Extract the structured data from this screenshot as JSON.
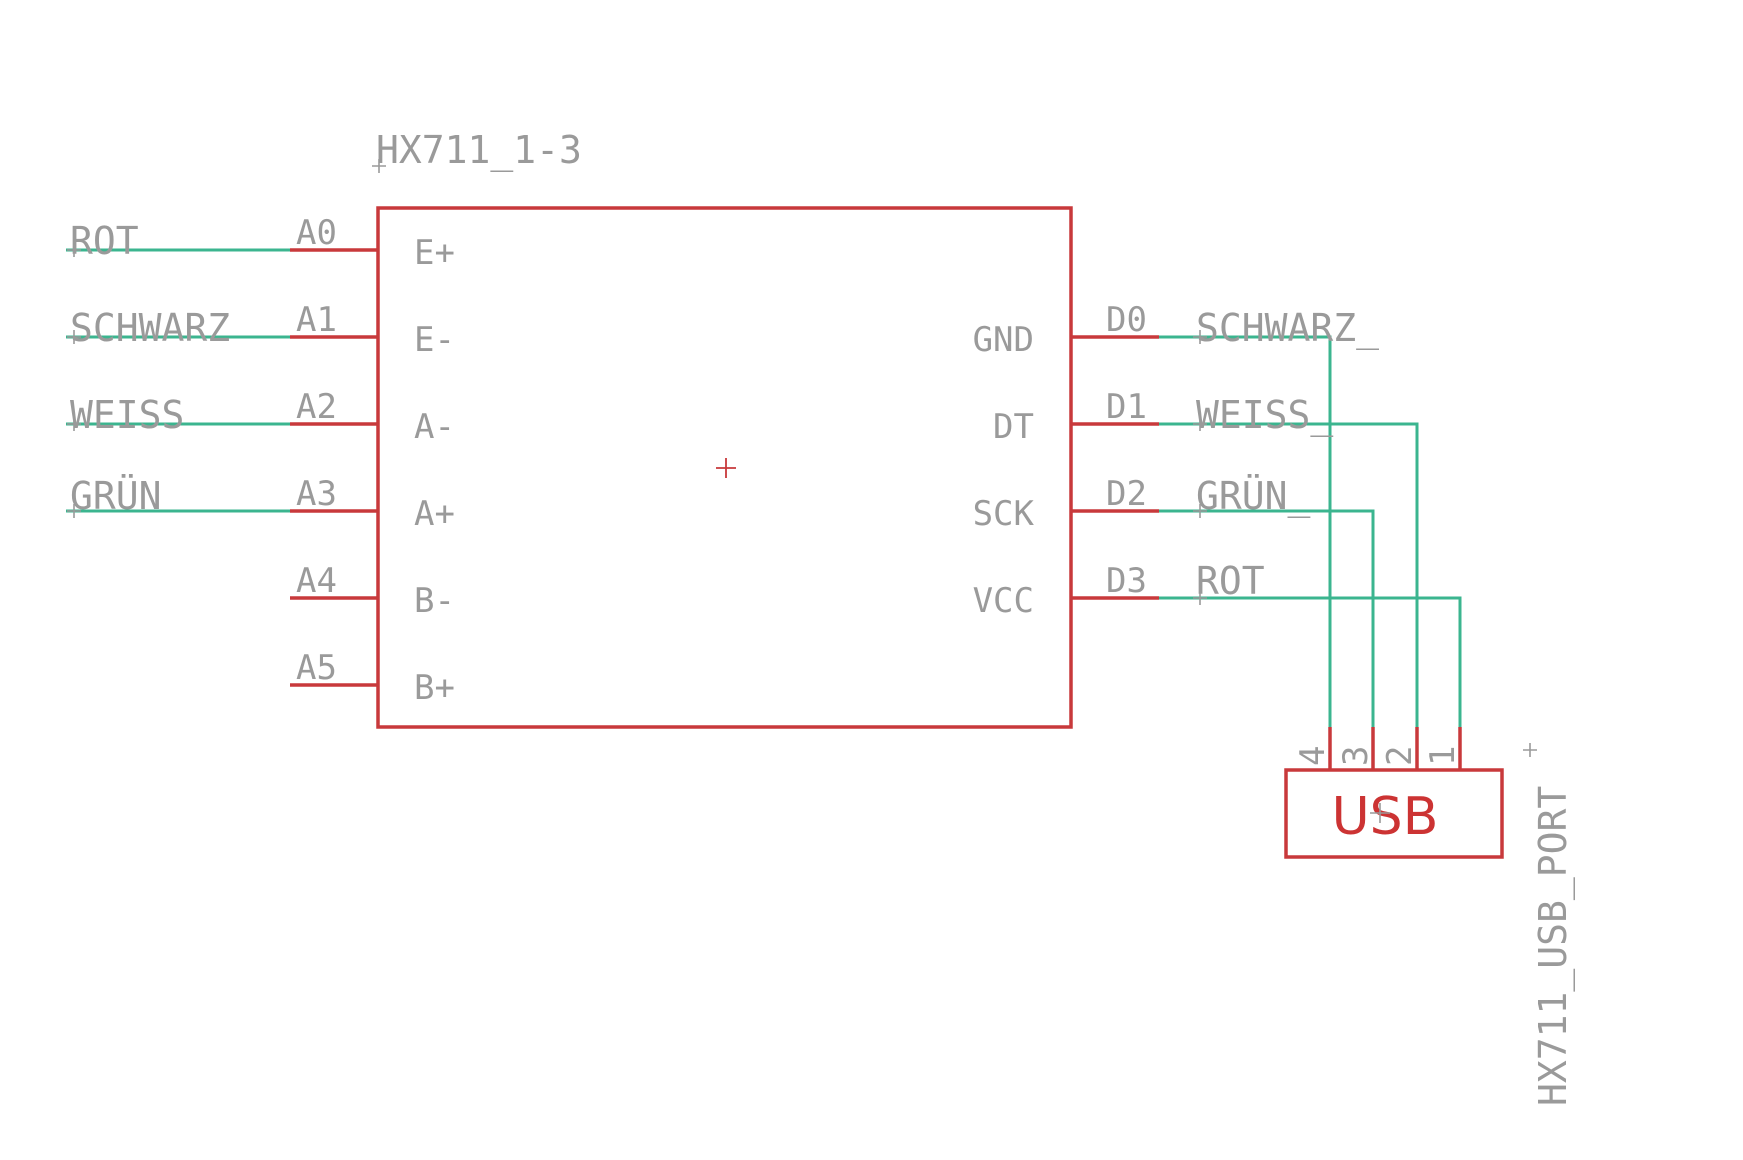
{
  "colors": {
    "symbol": "#c8393b",
    "wire": "#3bb58f",
    "label": "#9a9a9a",
    "background": "#ffffff"
  },
  "hx711": {
    "name": "HX711_1-3",
    "left_pins": [
      {
        "num": "A0",
        "name": "E+"
      },
      {
        "num": "A1",
        "name": "E-"
      },
      {
        "num": "A2",
        "name": "A-"
      },
      {
        "num": "A3",
        "name": "A+"
      },
      {
        "num": "A4",
        "name": "B-"
      },
      {
        "num": "A5",
        "name": "B+"
      }
    ],
    "right_pins": [
      {
        "num": "D0",
        "name": "GND"
      },
      {
        "num": "D1",
        "name": "DT"
      },
      {
        "num": "D2",
        "name": "SCK"
      },
      {
        "num": "D3",
        "name": "VCC"
      }
    ]
  },
  "left_nets": [
    "ROT",
    "SCHWARZ",
    "WEISS",
    "GRÜN"
  ],
  "right_nets": [
    "SCHWARZ_",
    "WEISS_",
    "GRÜN_",
    "ROT"
  ],
  "usb": {
    "name": "HX711_USB_PORT",
    "label": "USB",
    "pins": [
      "4",
      "3",
      "2",
      "1"
    ]
  }
}
